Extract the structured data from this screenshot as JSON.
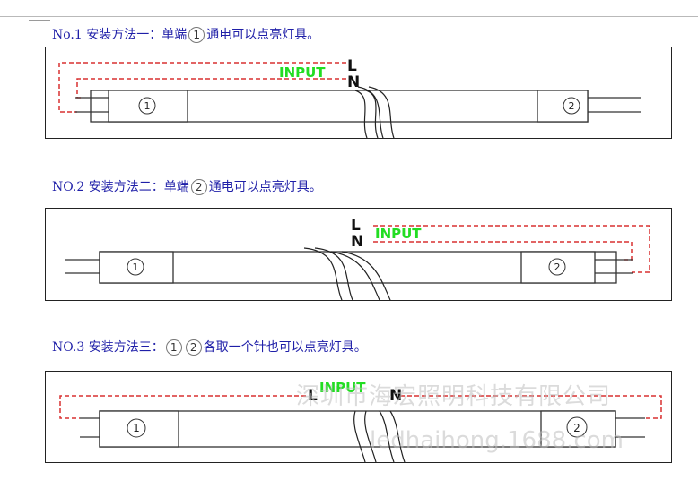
{
  "sections": [
    {
      "title_a": "No.1 安装方法一：单端",
      "badge_a": "1",
      "title_b": "通电可以点亮灯具。"
    },
    {
      "title_a": "NO.2 安装方法二：单端",
      "badge_a": "2",
      "title_b": "通电可以点亮灯具。"
    },
    {
      "title_a": "NO.3 安装方法三：",
      "badge_a": "1",
      "badge_b": "2",
      "title_b": "各取一个针也可以点亮灯具。"
    }
  ],
  "labels": {
    "input": "INPUT",
    "live": "L",
    "neutral": "N",
    "end_1": "1",
    "end_2": "2"
  },
  "watermark": {
    "company": "深圳市海宏照明科技有限公司",
    "site": "ledhaihong.1688.com"
  },
  "colors": {
    "heading": "#1f1fa8",
    "input": "#22dd22",
    "wire": "#d83030"
  }
}
